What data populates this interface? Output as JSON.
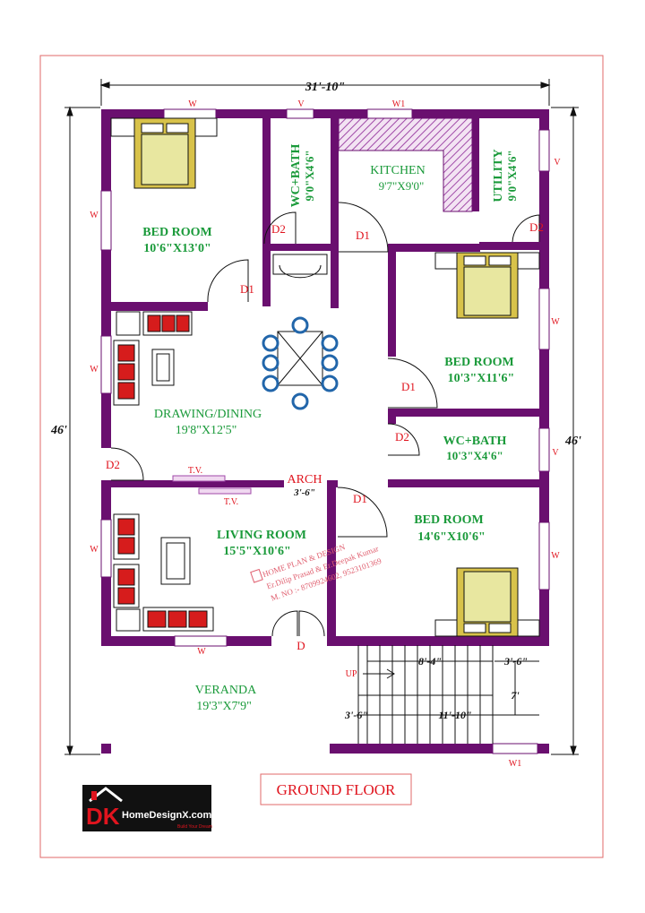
{
  "plan": {
    "overall_width": "31'-10\"",
    "overall_depth_left": "46'",
    "overall_depth_right": "46'",
    "floor_title": "GROUND FLOOR",
    "colors": {
      "wall": "#6a0f6f",
      "border": "#e06a6a",
      "room_label": "#1a9a3a",
      "opening_label": "#e0141e",
      "watermark": "#e06070"
    },
    "rooms": {
      "bedroom_top_left": {
        "name": "BED ROOM",
        "size": "10'6\"X13'0\""
      },
      "wc_top": {
        "name": "WC+BATH",
        "size": "9'0\"X4'6\""
      },
      "kitchen": {
        "name": "KITCHEN",
        "size": "9'7\"X9'0\""
      },
      "utility": {
        "name": "UTILITY",
        "size": "9'0\"X4'6\""
      },
      "bedroom_right_mid": {
        "name": "BED ROOM",
        "size": "10'3\"X11'6\""
      },
      "drawing_dining": {
        "name": "DRAWING/DINING",
        "size": "19'8\"X12'5\""
      },
      "wc_right": {
        "name": "WC+BATH",
        "size": "10'3\"X4'6\""
      },
      "living_room": {
        "name": "LIVING ROOM",
        "size": "15'5\"X10'6\""
      },
      "bedroom_right_bottom": {
        "name": "BED ROOM",
        "size": "14'6\"X10'6\""
      },
      "veranda": {
        "name": "VERANDA",
        "size": "19'3\"X7'9\""
      }
    },
    "openings": {
      "w": "W",
      "w1": "W1",
      "v": "V",
      "d": "D",
      "d1": "D1",
      "d2": "D2",
      "tv": "T.V.",
      "arch": "ARCH",
      "up": "UP"
    },
    "dimensions": {
      "arch_width": "3'-6\"",
      "stair_top": "8'-4\"",
      "stair_top_right": "3'-6\"",
      "stair_height": "7'",
      "stair_left": "3'-6\"",
      "stair_bottom": "11'-10\""
    },
    "watermark": {
      "line1": "HOME PLAN & DESIGN",
      "line2": "Er.Dilip Prasad & Er.Deepak Kumar",
      "line3": "M. NO :- 8709924602, 9523101369"
    },
    "logo": {
      "letters": "DK",
      "name": "HomeDesignX.com",
      "tagline": "Build Your Dream"
    }
  }
}
